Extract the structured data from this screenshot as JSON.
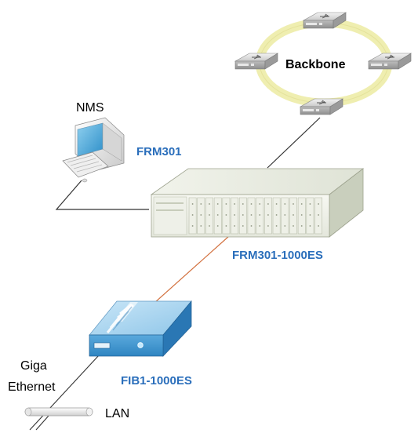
{
  "labels": {
    "backbone": "Backbone",
    "nms": "NMS",
    "frm301": "FRM301",
    "frm301_card": "FRM301-1000ES",
    "fib1": "FIB1-1000ES",
    "giga": "Giga",
    "ethernet": "Ethernet",
    "lan": "LAN"
  },
  "colors": {
    "accent_blue": "#2a6ebb",
    "ring": "#efeeb0",
    "fiber_link": "#d2703e",
    "link": "#333333"
  },
  "icons": {
    "nms": "desktop-computer-icon",
    "backbone_switch": "network-switch-icon",
    "chassis": "rack-chassis-icon",
    "converter": "media-converter-icon",
    "lan": "lan-cable-icon"
  }
}
